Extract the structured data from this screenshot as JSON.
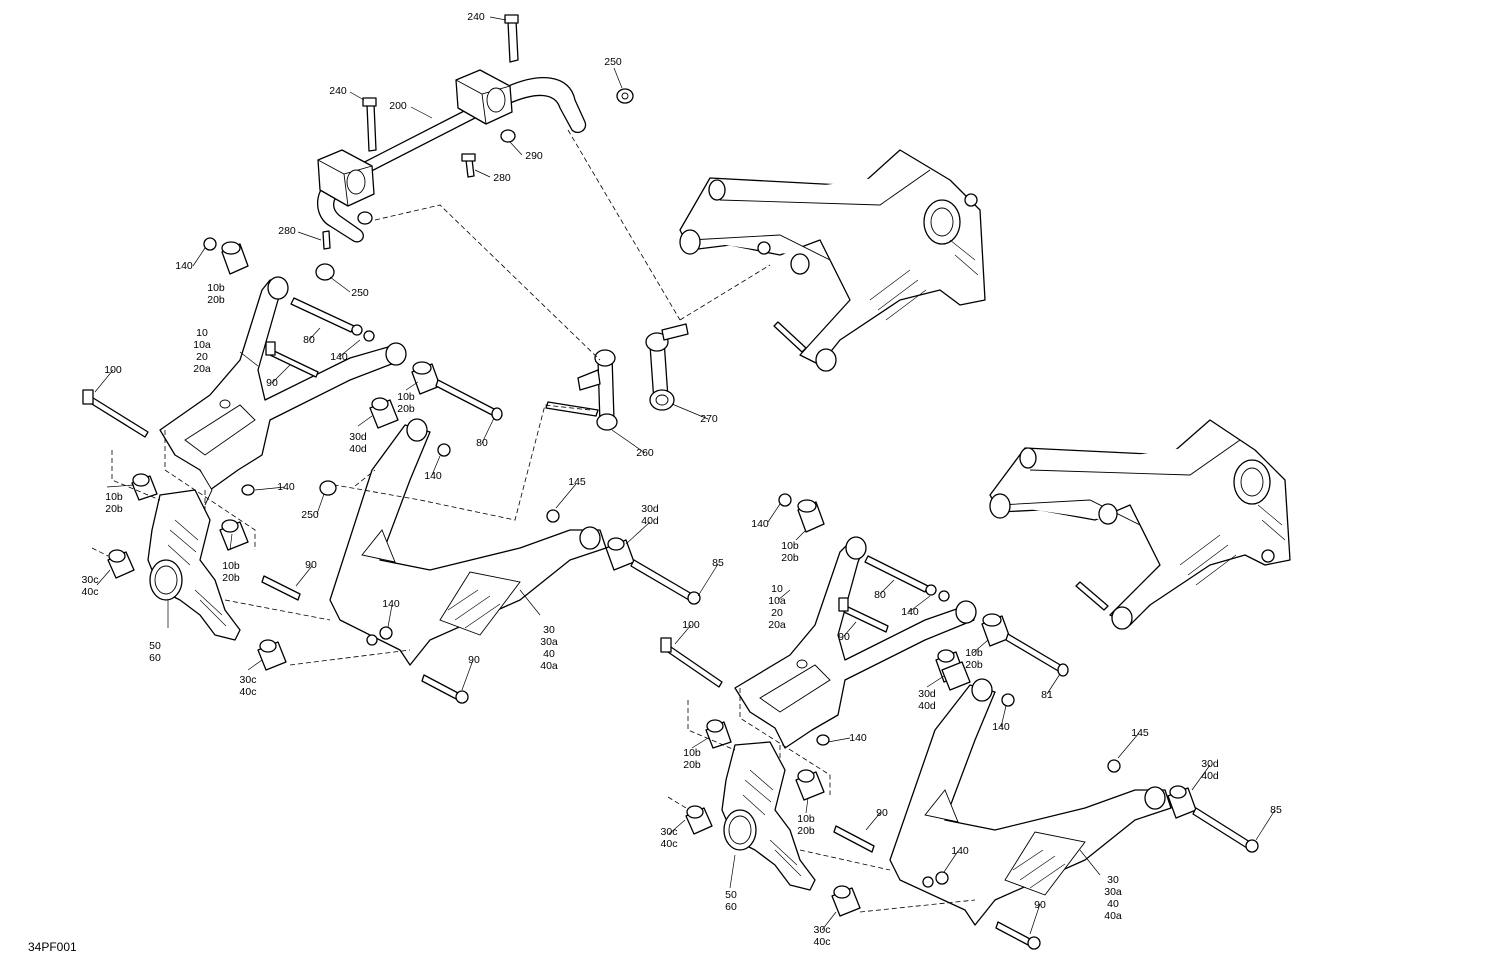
{
  "figure_code": "34PF001",
  "callouts": [
    {
      "id": "c240a",
      "text": "240"
    },
    {
      "id": "c250a",
      "text": "250"
    },
    {
      "id": "c240b",
      "text": "240"
    },
    {
      "id": "c200",
      "text": "200"
    },
    {
      "id": "c290",
      "text": "290"
    },
    {
      "id": "c280a",
      "text": "280"
    },
    {
      "id": "c280b",
      "text": "280"
    },
    {
      "id": "c250b",
      "text": "250"
    },
    {
      "id": "c140a",
      "text": "140"
    },
    {
      "id": "c10b_a",
      "text": "10b\n20b"
    },
    {
      "id": "c10_a",
      "text": "10\n10a\n20\n20a"
    },
    {
      "id": "c80a",
      "text": "80"
    },
    {
      "id": "c140b",
      "text": "140"
    },
    {
      "id": "c90a",
      "text": "90"
    },
    {
      "id": "c100a",
      "text": "100"
    },
    {
      "id": "c10b_b",
      "text": "10b\n20b"
    },
    {
      "id": "c80b",
      "text": "80"
    },
    {
      "id": "c30d_a",
      "text": "30d\n40d"
    },
    {
      "id": "c140c",
      "text": "140"
    },
    {
      "id": "c260",
      "text": "260"
    },
    {
      "id": "c270",
      "text": "270"
    },
    {
      "id": "c140d",
      "text": "140"
    },
    {
      "id": "c10b_c",
      "text": "10b\n20b"
    },
    {
      "id": "c250c",
      "text": "250"
    },
    {
      "id": "c145a",
      "text": "145"
    },
    {
      "id": "c30d_b",
      "text": "30d\n40d"
    },
    {
      "id": "c10b_d",
      "text": "10b\n20b"
    },
    {
      "id": "c30c_a",
      "text": "30c\n40c"
    },
    {
      "id": "c90b",
      "text": "90"
    },
    {
      "id": "c85a",
      "text": "85"
    },
    {
      "id": "c140e",
      "text": "140"
    },
    {
      "id": "c30_a",
      "text": "30\n30a\n40\n40a"
    },
    {
      "id": "c50a",
      "text": "50\n60"
    },
    {
      "id": "c30c_b",
      "text": "30c\n40c"
    },
    {
      "id": "c90c",
      "text": "90"
    },
    {
      "id": "c140f",
      "text": "140"
    },
    {
      "id": "c10b_e",
      "text": "10b\n20b"
    },
    {
      "id": "c10_b",
      "text": "10\n10a\n20\n20a"
    },
    {
      "id": "c80c",
      "text": "80"
    },
    {
      "id": "c90d",
      "text": "90"
    },
    {
      "id": "c140g",
      "text": "140"
    },
    {
      "id": "c100b",
      "text": "100"
    },
    {
      "id": "c10b_f",
      "text": "10b\n20b"
    },
    {
      "id": "c30d_c",
      "text": "30d\n40d"
    },
    {
      "id": "c81",
      "text": "81"
    },
    {
      "id": "c140h",
      "text": "140"
    },
    {
      "id": "c140i",
      "text": "140"
    },
    {
      "id": "c10b_g",
      "text": "10b\n20b"
    },
    {
      "id": "c145b",
      "text": "145"
    },
    {
      "id": "c30d_d",
      "text": "30d\n40d"
    },
    {
      "id": "c10b_h",
      "text": "10b\n20b"
    },
    {
      "id": "c90e",
      "text": "90"
    },
    {
      "id": "c85b",
      "text": "85"
    },
    {
      "id": "c30c_c",
      "text": "30c\n40c"
    },
    {
      "id": "c140j",
      "text": "140"
    },
    {
      "id": "c30_b",
      "text": "30\n30a\n40\n40a"
    },
    {
      "id": "c50b",
      "text": "50\n60"
    },
    {
      "id": "c30c_d",
      "text": "30c\n40c"
    },
    {
      "id": "c90f",
      "text": "90"
    }
  ]
}
